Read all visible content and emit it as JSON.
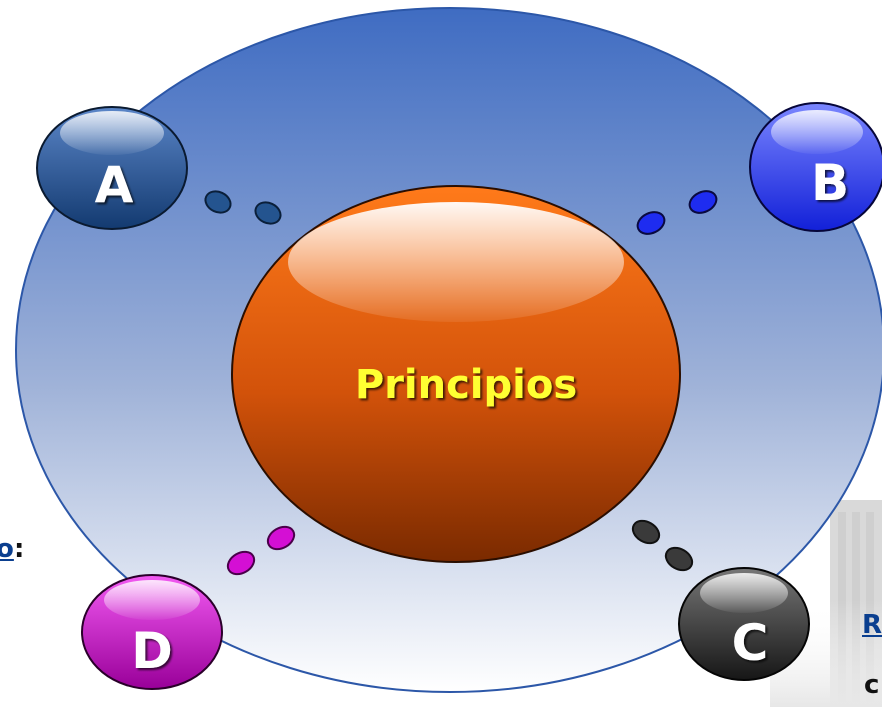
{
  "center": {
    "label": "Principios"
  },
  "nodes": [
    {
      "id": "a",
      "label": "A"
    },
    {
      "id": "b",
      "label": "B"
    },
    {
      "id": "c",
      "label": "C"
    },
    {
      "id": "d",
      "label": "D"
    }
  ],
  "edge_text": {
    "left_fragment": "o",
    "left_colon": ":",
    "right_fragment": "R",
    "right_bottom_fragment": "c"
  },
  "colors": {
    "outer_top": "#4a74c4",
    "outer_bottom": "#ffffff",
    "center_top": "#f06a10",
    "center_bottom": "#8a2e00",
    "center_text": "#ffff33",
    "node_a": "#1f4a8a",
    "node_b": "#2a3cf0",
    "node_c": "#2c2c2c",
    "node_d": "#c20fc2",
    "link_blue": "#0b3f8f"
  }
}
